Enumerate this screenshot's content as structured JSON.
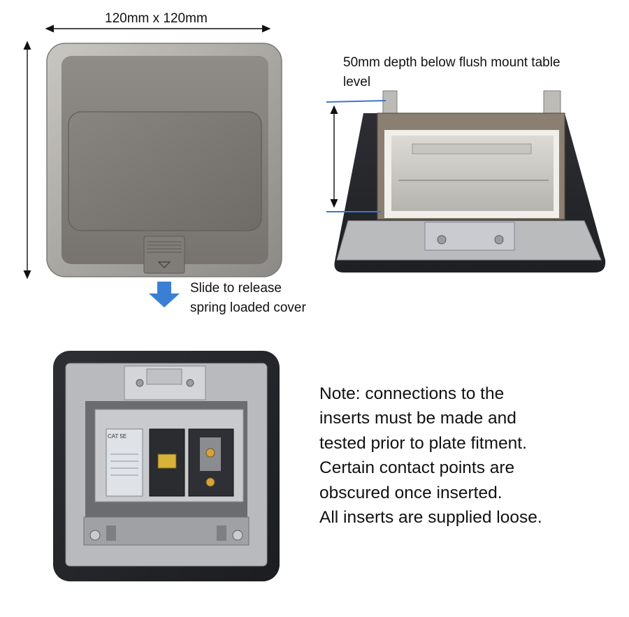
{
  "labels": {
    "dimensions": "120mm x 120mm",
    "depth": [
      "50mm depth below flush mount table",
      "level"
    ],
    "slide": [
      "Slide to release",
      "spring loaded cover"
    ]
  },
  "note": {
    "lines": [
      "Note: connections to the",
      "inserts must be made and",
      "tested prior to plate fitment.",
      "Certain contact points are",
      "obscured once inserted.",
      "All inserts are supplied loose."
    ]
  },
  "insert_label": "CAT 5E",
  "colors": {
    "arrow": "#3a7fd5",
    "depth_marker": "#3a78c8",
    "frame_black": "#2a2c30",
    "metal_silver": "#b9bbbd"
  }
}
